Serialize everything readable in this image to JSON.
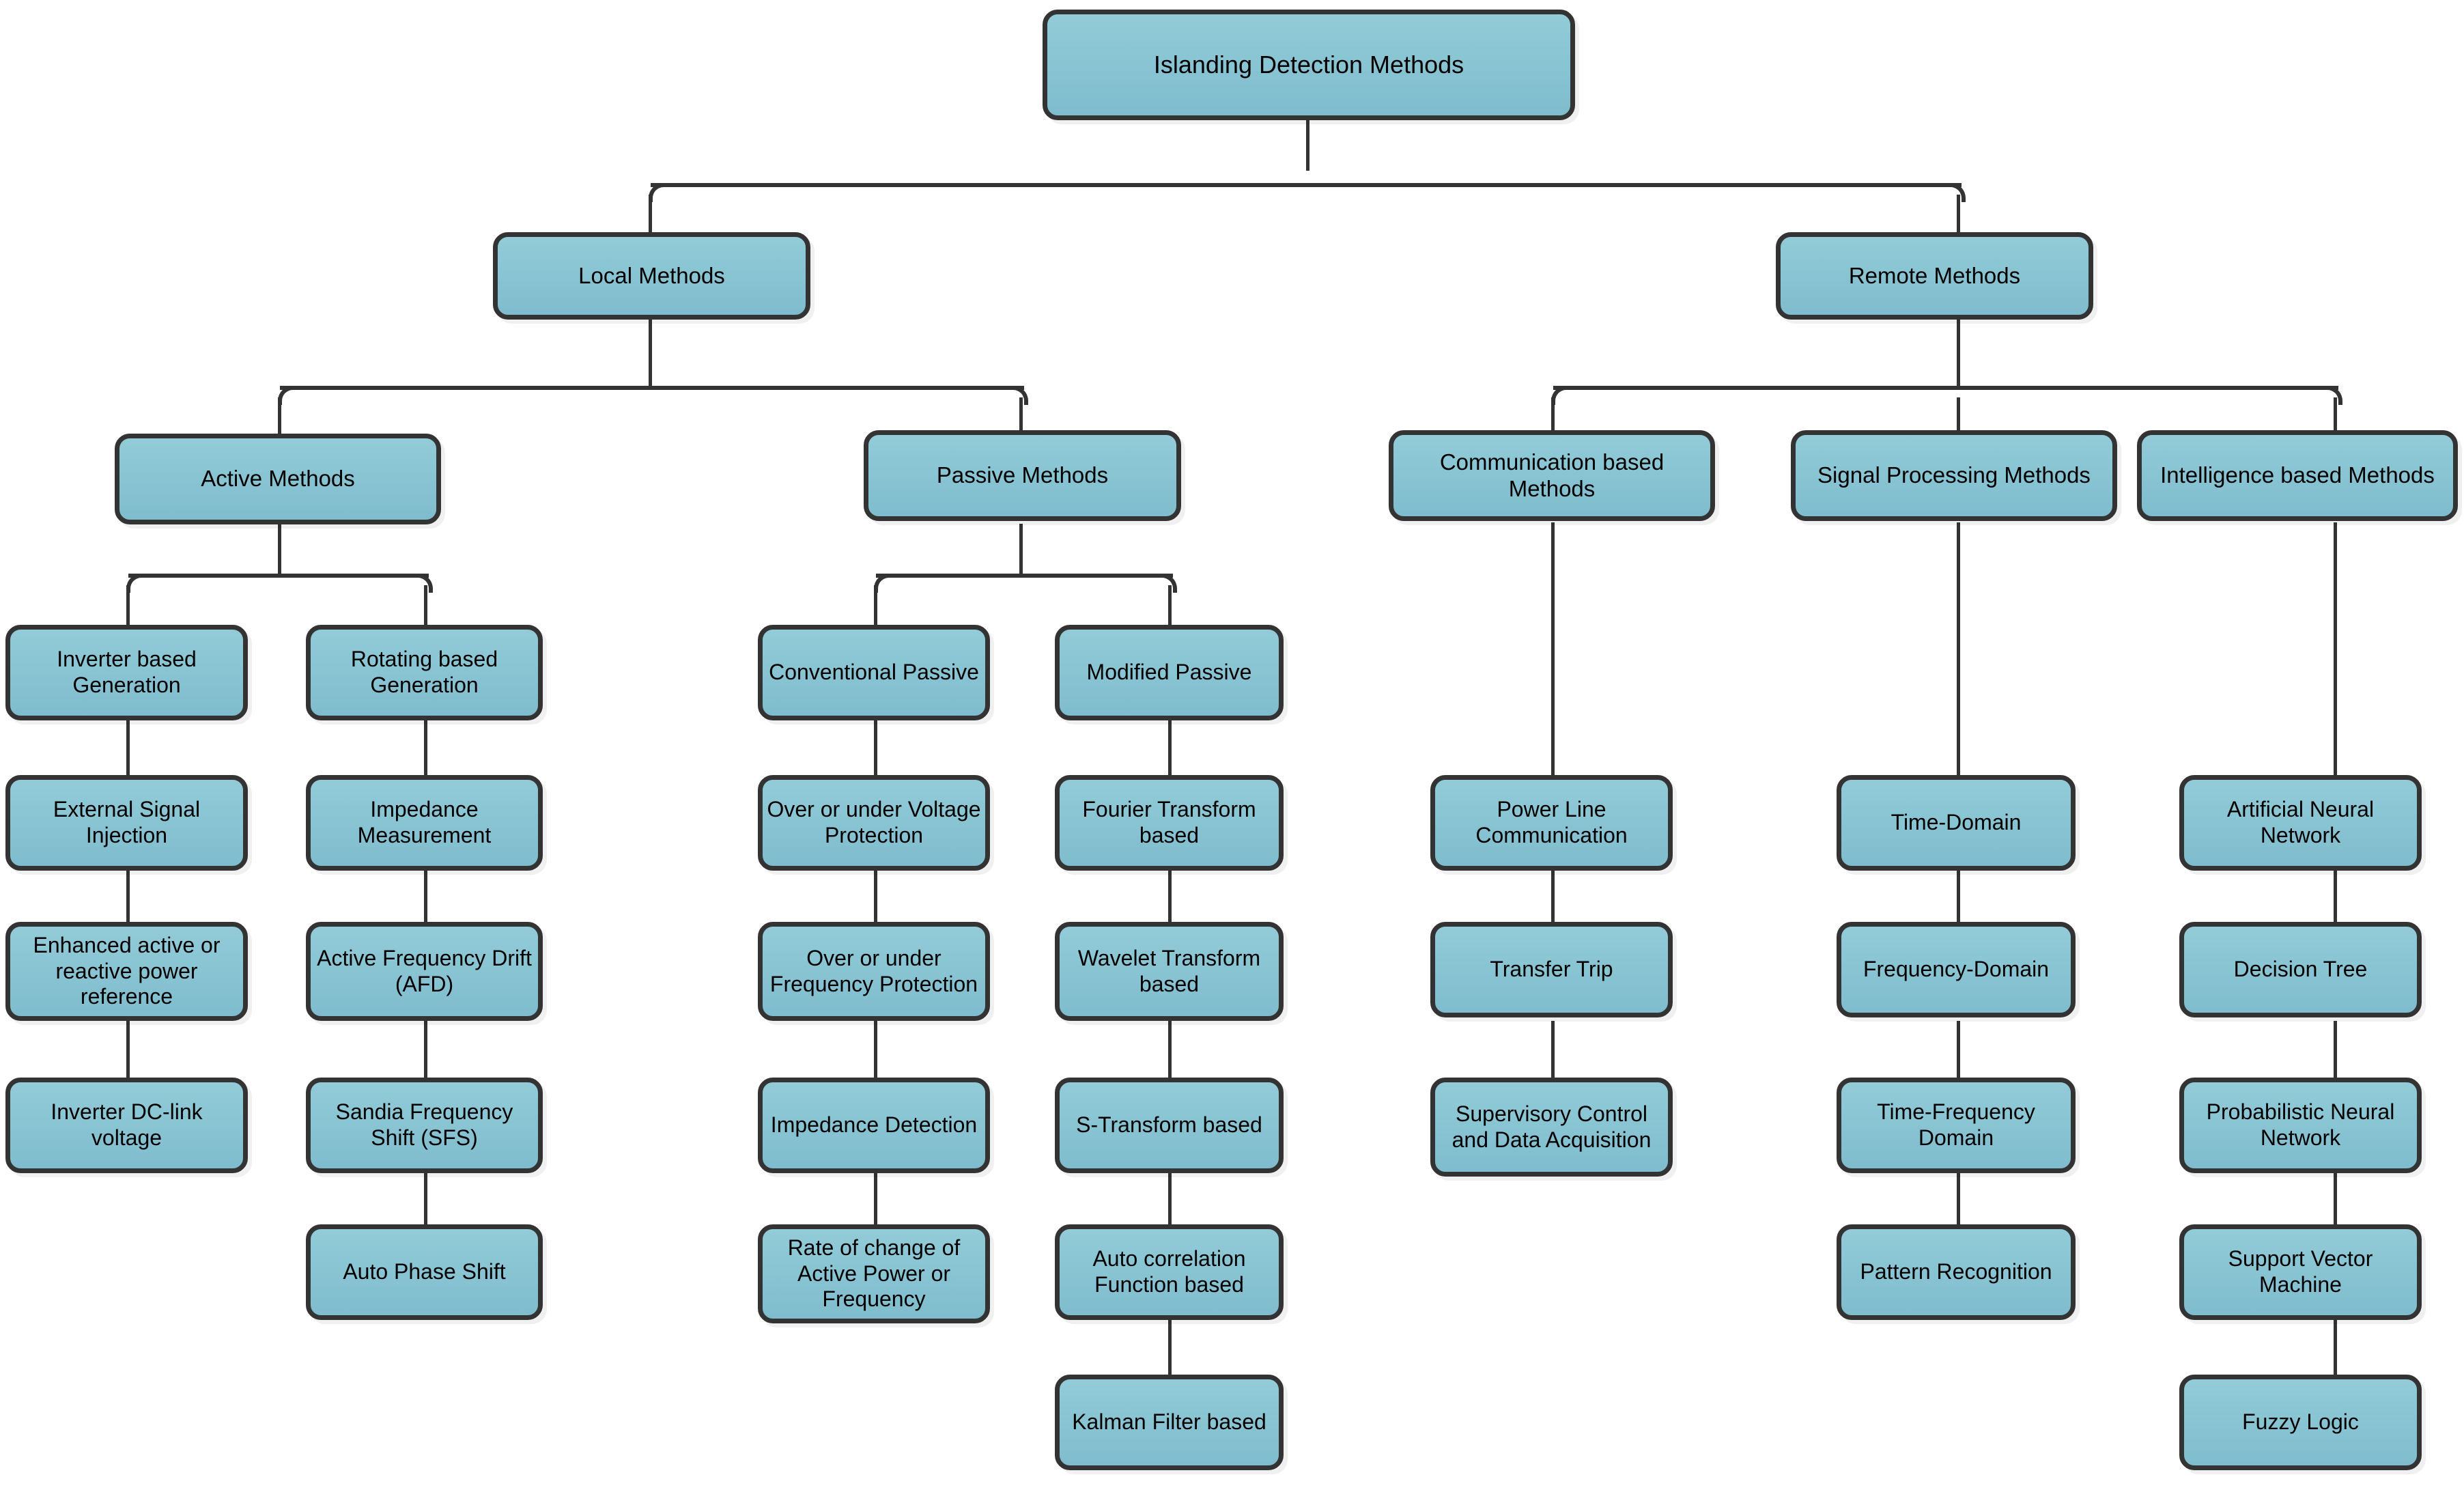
{
  "diagram": {
    "title": "Islanding Detection Methods taxonomy",
    "accent_fill": "#8bc6d4",
    "border_color": "#333333",
    "text_color": "#000000",
    "background": "#ffffff"
  },
  "root": {
    "label": "Islanding Detection Methods"
  },
  "level1": [
    {
      "label": "Local Methods"
    },
    {
      "label": "Remote Methods"
    }
  ],
  "level2": [
    {
      "label": "Active Methods"
    },
    {
      "label": "Passive Methods"
    },
    {
      "label": "Communication based Methods"
    },
    {
      "label": "Signal Processing Methods"
    },
    {
      "label": "Intelligence based Methods"
    }
  ],
  "columns": [
    {
      "head": "Inverter based Generation",
      "items": [
        "External Signal Injection",
        "Enhanced active or reactive power reference",
        "Inverter DC-link voltage"
      ]
    },
    {
      "head": "Rotating based Generation",
      "items": [
        "Impedance Measurement",
        "Active Frequency Drift (AFD)",
        "Sandia Frequency Shift (SFS)",
        "Auto Phase Shift"
      ]
    },
    {
      "head": "Conventional Passive",
      "items": [
        "Over or under Voltage Protection",
        "Over or under Frequency Protection",
        "Impedance Detection",
        "Rate of change of Active Power or Frequency"
      ]
    },
    {
      "head": "Modified Passive",
      "items": [
        "Fourier Transform based",
        "Wavelet Transform based",
        "S-Transform based",
        "Auto correlation Function based",
        "Kalman Filter based"
      ]
    },
    {
      "head": "Communication based Methods",
      "items": [
        "Power Line Communication",
        "Transfer Trip",
        "Supervisory Control and Data Acquisition"
      ]
    },
    {
      "head": "Signal Processing Methods",
      "items": [
        "Time-Domain",
        "Frequency-Domain",
        "Time-Frequency Domain",
        "Pattern Recognition"
      ]
    },
    {
      "head": "Intelligence based Methods",
      "items": [
        "Artificial Neural Network",
        "Decision Tree",
        "Probabilistic Neural Network",
        "Support Vector Machine",
        "Fuzzy Logic"
      ]
    }
  ]
}
